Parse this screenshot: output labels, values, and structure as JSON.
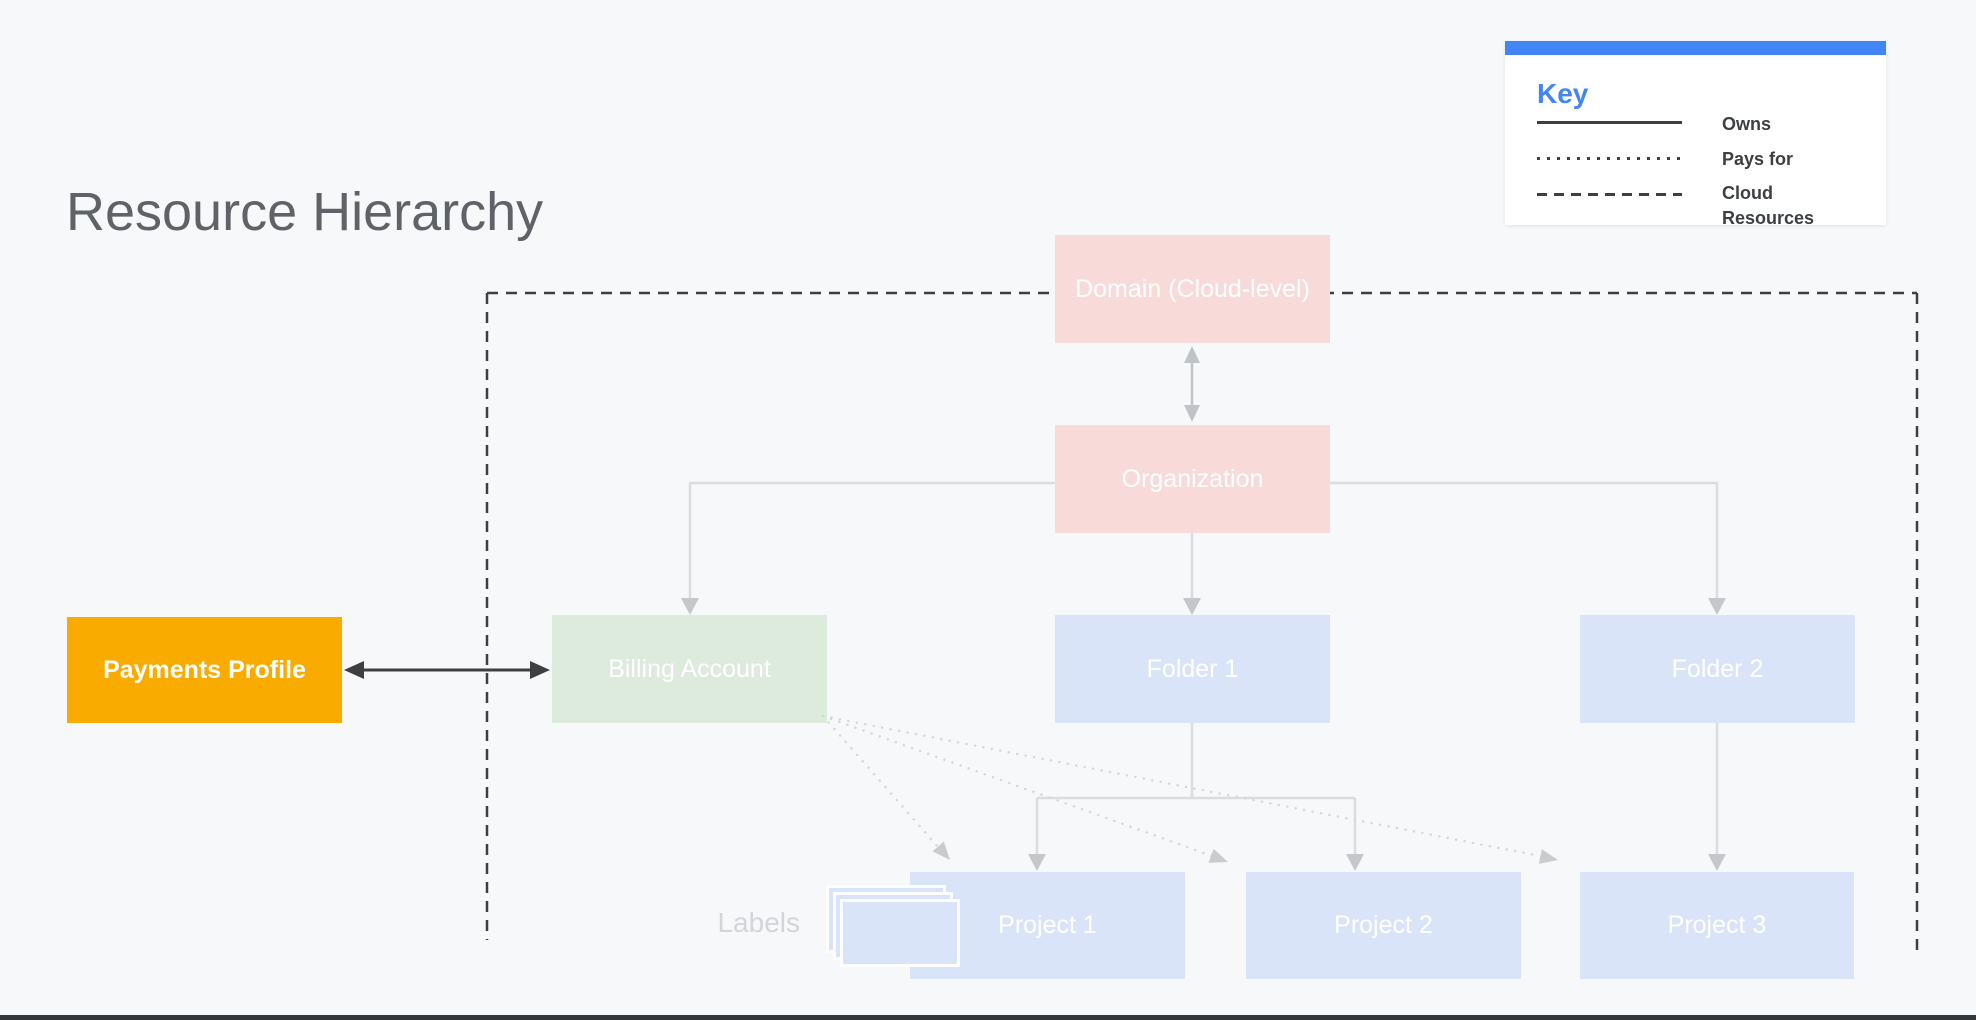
{
  "title": "Resource Hierarchy",
  "legend": {
    "title": "Key",
    "items": [
      {
        "label": "Owns",
        "line_style": "solid"
      },
      {
        "label": "Pays for",
        "line_style": "dotted"
      },
      {
        "label": "Cloud Resources",
        "line_style": "dashed"
      }
    ]
  },
  "nodes": {
    "domain": {
      "label": "Domain (Cloud-level)",
      "fill": "#F8DAD8"
    },
    "organization": {
      "label": "Organization",
      "fill": "#F8DAD8"
    },
    "payments_profile": {
      "label": "Payments Profile",
      "fill": "#F9AB00"
    },
    "billing_account": {
      "label": "Billing Account",
      "fill": "#DCEBDC"
    },
    "folder1": {
      "label": "Folder 1",
      "fill": "#D9E4F8"
    },
    "folder2": {
      "label": "Folder 2",
      "fill": "#D9E4F8"
    },
    "project1": {
      "label": "Project 1",
      "fill": "#D9E4F8"
    },
    "project2": {
      "label": "Project 2",
      "fill": "#D9E4F8"
    },
    "project3": {
      "label": "Project 3",
      "fill": "#D9E4F8"
    }
  },
  "annotations": {
    "labels_caption": "Labels"
  },
  "edges": [
    {
      "from": "domain",
      "to": "organization",
      "type": "owns",
      "bidirectional": true
    },
    {
      "from": "organization",
      "to": "billing_account",
      "type": "owns"
    },
    {
      "from": "organization",
      "to": "folder1",
      "type": "owns"
    },
    {
      "from": "organization",
      "to": "folder2",
      "type": "owns"
    },
    {
      "from": "folder1",
      "to": "project1",
      "type": "owns"
    },
    {
      "from": "folder1",
      "to": "project2",
      "type": "owns"
    },
    {
      "from": "folder2",
      "to": "project3",
      "type": "owns"
    },
    {
      "from": "billing_account",
      "to": "project1",
      "type": "pays_for"
    },
    {
      "from": "billing_account",
      "to": "project2",
      "type": "pays_for"
    },
    {
      "from": "billing_account",
      "to": "project3",
      "type": "pays_for"
    },
    {
      "from": "payments_profile",
      "to": "billing_account",
      "type": "linked",
      "bidirectional": true
    },
    {
      "type": "cloud_resources_boundary",
      "encloses": [
        "domain",
        "organization",
        "billing_account",
        "folder1",
        "folder2",
        "project1",
        "project2",
        "project3"
      ]
    }
  ],
  "colors": {
    "background": "#F7F8FA",
    "accent_blue": "#4285F4",
    "domain_org_fill": "#F8DAD8",
    "billing_fill": "#DCEBDC",
    "folder_project_fill": "#D9E4F8",
    "payments_fill": "#F9AB00",
    "node_text": "#FFFFFF",
    "dark_line": "#3C4043",
    "light_line": "#DADCE0",
    "title_text": "#5F6368",
    "labels_caption_text": "#D2D5D9"
  }
}
